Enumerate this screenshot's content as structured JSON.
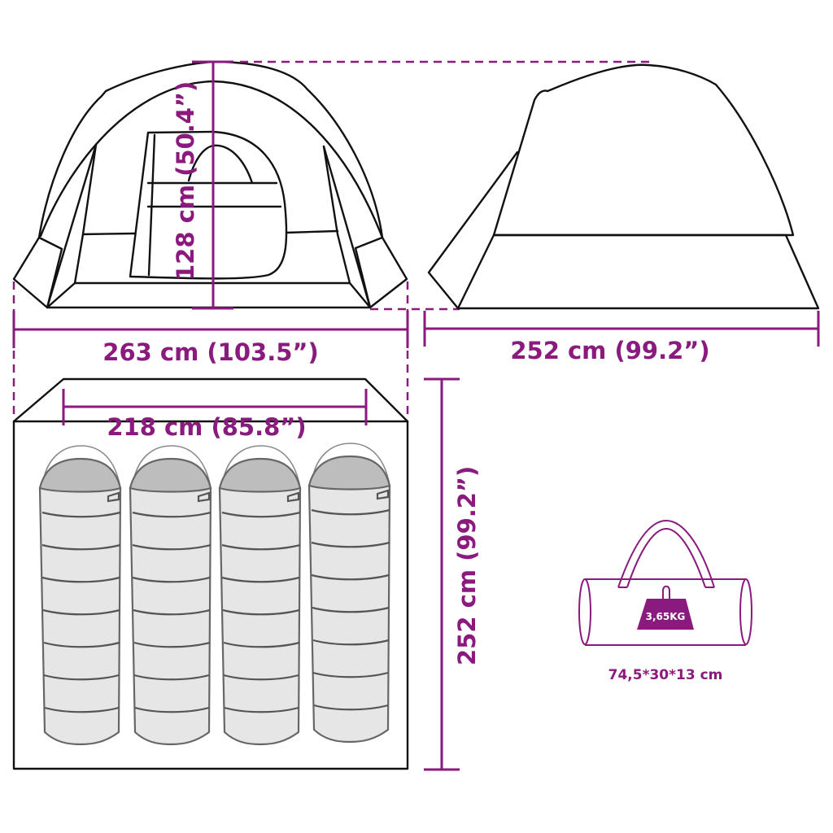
{
  "colors": {
    "accent": "#8a1a7e",
    "line": "#111111",
    "sleeping_bag_fill": "#e6e6e6",
    "sleeping_bag_hood": "#bdbdbd"
  },
  "front_view": {
    "height_label": "128 cm (50.4”)",
    "width_label": "263 cm (103.5”)"
  },
  "side_view": {
    "length_label": "252 cm (99.2”)"
  },
  "floor_plan": {
    "inner_width_label": "218 cm (85.8”)",
    "depth_label": "252 cm (99.2”)",
    "sleeping_bag_count": 4
  },
  "carry_bag": {
    "weight_label": "3,65KG",
    "packed_size_label": "74,5*30*13 cm"
  }
}
